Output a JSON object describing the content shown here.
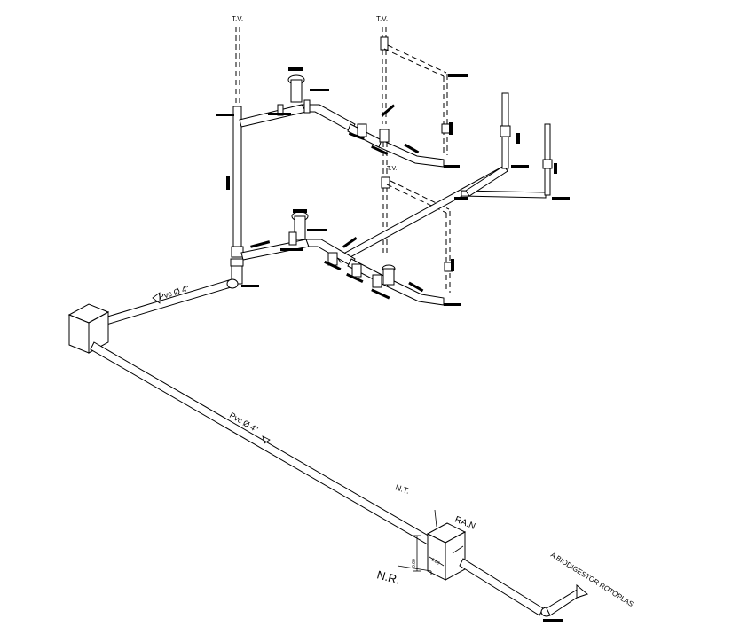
{
  "labels": {
    "tv_left": "T.V.",
    "tv_right": "T.V.",
    "tv_mid": "T.V.",
    "pvc_upper": "Pvc Ø 4\"",
    "pvc_lower": "Pvc Ø 4\"",
    "nt": "N.T.",
    "ran": "RA.N",
    "nr": "N.R.",
    "biodigestor": "A BIODIGESTOR ROTOPLAS",
    "dim_height": "0.60",
    "dim_width": "0.60"
  }
}
